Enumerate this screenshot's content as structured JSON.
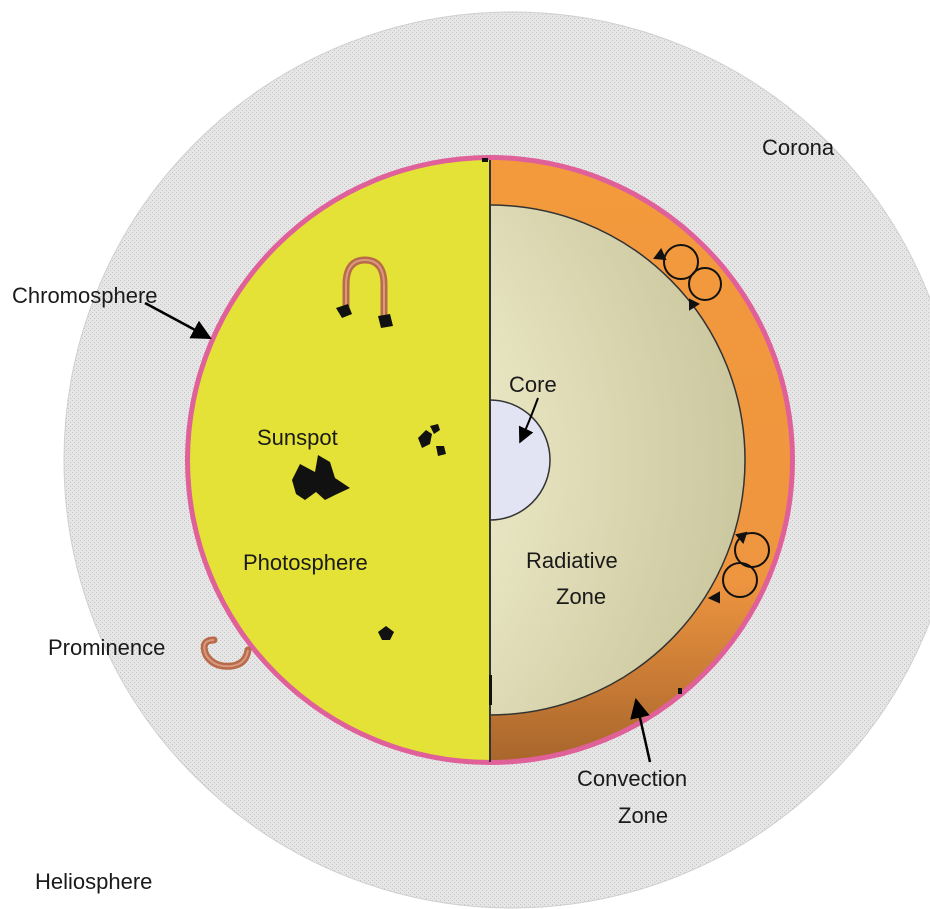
{
  "labels": {
    "corona": "Corona",
    "chromosphere": "Chromosphere",
    "core": "Core",
    "sunspot": "Sunspot",
    "radiative_zone_line1": "Radiative",
    "radiative_zone_line2": "Zone",
    "photosphere": "Photosphere",
    "prominence": "Prominence",
    "convection_zone_line1": "Convection",
    "convection_zone_line2": "Zone",
    "heliosphere": "Heliosphere"
  },
  "colors": {
    "corona": "#dcdcdc",
    "chromosphere": "#e0609a",
    "photosphere": "#e4e236",
    "convection_zone": "#f09a40",
    "convection_zone_dark": "#b06828",
    "radiative_zone": "#d4d0a8",
    "radiative_zone_light": "#f6f4d6",
    "core": "#e2e4f4",
    "prominence": "#b86a4a",
    "sunspot": "#111111"
  }
}
